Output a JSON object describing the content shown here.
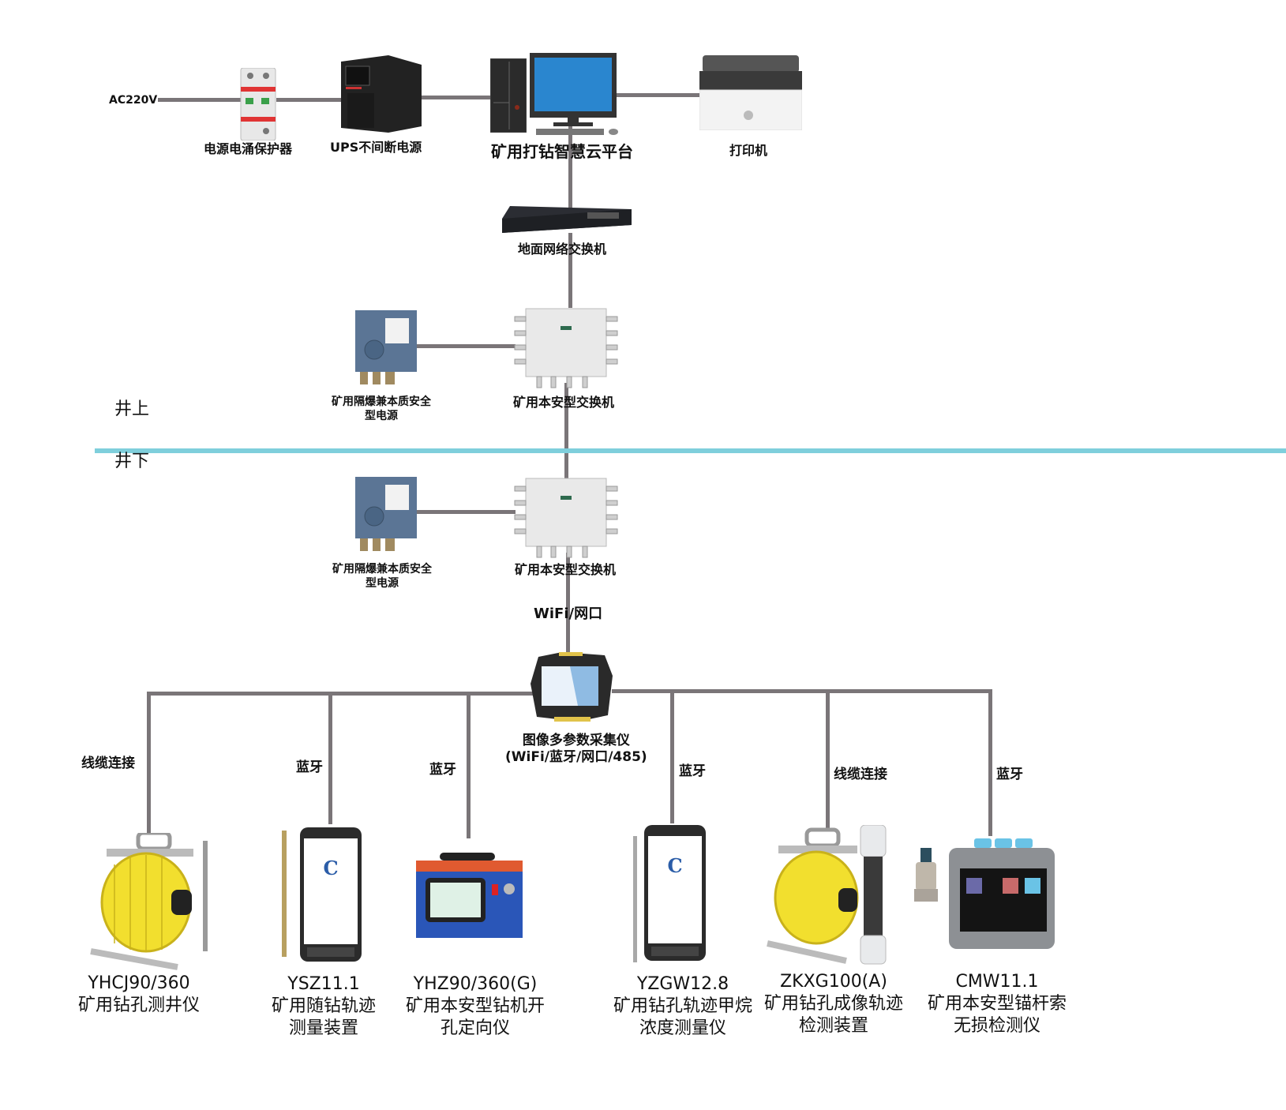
{
  "title": "矿用打钻智慧云平台 系统拓扑",
  "colors": {
    "line": "#7a7578",
    "divider": "#7fcfdc"
  },
  "power_input": "AC220V",
  "surface": {
    "surge_protector": "电源电涌保护器",
    "ups": "UPS不间断电源",
    "platform": "矿用打钻智慧云平台",
    "printer": "打印机",
    "ground_switch": "地面网络交换机",
    "power_supply": [
      "矿用隔爆兼本质安全",
      "型电源"
    ],
    "safe_switch": "矿用本安型交换机"
  },
  "zones": {
    "above": "井上",
    "below": "井下"
  },
  "underground": {
    "power_supply": [
      "矿用隔爆兼本质安全",
      "型电源"
    ],
    "safe_switch": "矿用本安型交换机",
    "link_label": "WiFi/网口",
    "collector": [
      "图像多参数采集仪",
      "(WiFi/蓝牙/网口/485)"
    ]
  },
  "devices": [
    {
      "connection": "线缆连接",
      "model": "YHCJ90/360",
      "name": [
        "矿用钻孔测井仪"
      ],
      "icon": "reel-logger-icon"
    },
    {
      "connection": "蓝牙",
      "model": "YSZ11.1",
      "name": [
        "矿用随钻轨迹",
        "测量装置"
      ],
      "icon": "phone-probe-icon"
    },
    {
      "connection": "蓝牙",
      "model": "YHZ90/360(G)",
      "name": [
        "矿用本安型钻机开",
        "孔定向仪"
      ],
      "icon": "orientation-box-icon"
    },
    {
      "connection": "蓝牙",
      "model": "YZGW12.8",
      "name": [
        "矿用钻孔轨迹甲烷",
        "浓度测量仪"
      ],
      "icon": "phone-probe-icon"
    },
    {
      "connection": "线缆连接",
      "model": "ZKXG100(A)",
      "name": [
        "矿用钻孔成像轨迹",
        "检测装置"
      ],
      "icon": "reel-camera-icon"
    },
    {
      "connection": "蓝牙",
      "model": "CMW11.1",
      "name": [
        "矿用本安型锚杆索",
        "无损检测仪"
      ],
      "icon": "ndt-tester-icon"
    }
  ]
}
